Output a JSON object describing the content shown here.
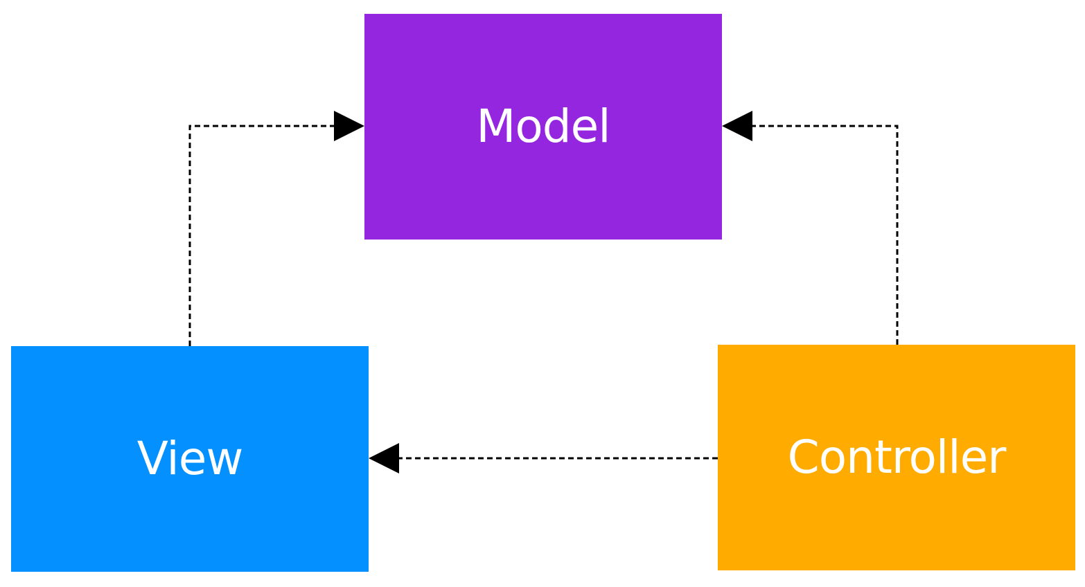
{
  "nodes": {
    "model": {
      "label": "Model",
      "color": "#9526e0"
    },
    "view": {
      "label": "View",
      "color": "#0490ff"
    },
    "controller": {
      "label": "Controller",
      "color": "#ffab00"
    }
  },
  "edges": [
    {
      "from": "view",
      "to": "model",
      "style": "dashed"
    },
    {
      "from": "controller",
      "to": "model",
      "style": "dashed"
    },
    {
      "from": "controller",
      "to": "view",
      "style": "dashed"
    }
  ],
  "edge_color": "#000000"
}
